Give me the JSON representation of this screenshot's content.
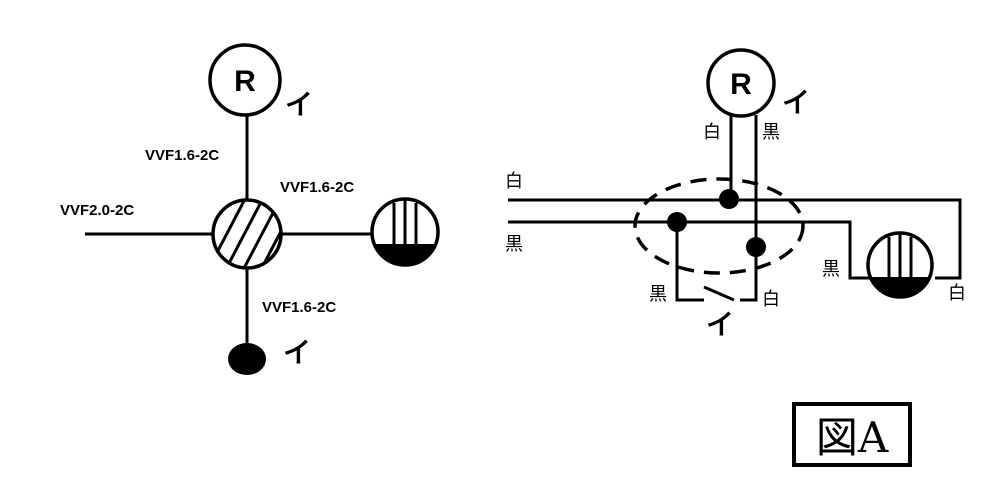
{
  "single_line": {
    "receptacle_symbol": "R",
    "receptacle_mark": "イ",
    "cable_to_receptacle": "VVF1.6-2C",
    "cable_feed": "VVF2.0-2C",
    "cable_to_light": "VVF1.6-2C",
    "cable_to_switch": "VVF1.6-2C",
    "switch_mark": "イ"
  },
  "wiring": {
    "receptacle_symbol": "R",
    "receptacle_mark": "イ",
    "receptacle_white": "白",
    "receptacle_black": "黒",
    "feed_white": "白",
    "feed_black": "黒",
    "switch_black": "黒",
    "switch_white": "白",
    "switch_mark": "イ",
    "light_black": "黒",
    "light_white": "白"
  },
  "figure_label": "図A"
}
